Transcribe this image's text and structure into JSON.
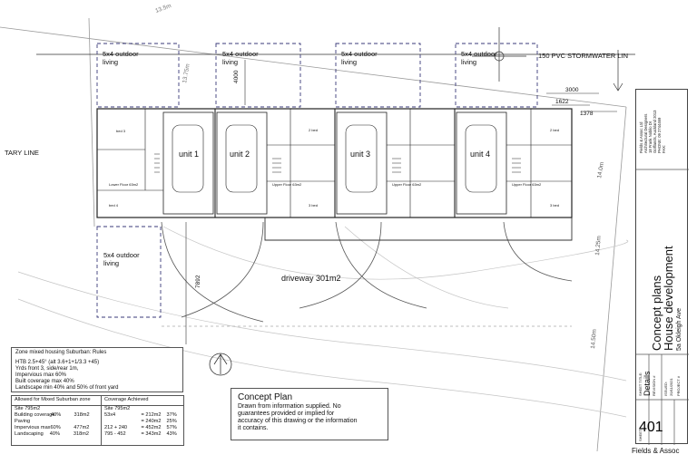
{
  "labels": {
    "outdoor_1": [
      "5x4 outdoor",
      "living"
    ],
    "outdoor_2": [
      "5x4 outdoor",
      "living"
    ],
    "outdoor_3": [
      "5x4 outdoor",
      "living"
    ],
    "outdoor_4": [
      "5x4 outdoor",
      "living"
    ],
    "outdoor_5": [
      "5x4 outdoor",
      "living"
    ],
    "stormwater": "150 PVC  STORMWATER LIN",
    "boundary_line": "TARY LINE",
    "driveway": "driveway 301m2",
    "units": [
      "unit 1",
      "unit 2",
      "unit 3",
      "unit 4"
    ]
  },
  "dimensions": {
    "top_boundary": "13.5m",
    "left_boundary": "13.75m",
    "d4000": "4000",
    "d3000": "3000",
    "d1622": "1622",
    "d1378": "1378",
    "d7892": "7892",
    "right_1": "14.0m",
    "right_2": "14.25m",
    "right_3": "14.50m"
  },
  "zone_rules": {
    "title": "Zone mixed housing Suburban:   Rules",
    "lines": [
      "HTB   2.5+45° (alt 3.6+1+1/3.3 +45)",
      "Yrds front 3, side/rear 1m,",
      "Impervious max 60%",
      "Built coverage max 40%",
      "Landscape min 40%   and 50% of front yard"
    ]
  },
  "allowed": {
    "title": "Allowed for Mixed Suburban zone",
    "rows": [
      [
        "Site   795m2",
        "",
        ""
      ],
      [
        "Building coverage",
        "40%",
        "318m2"
      ],
      [
        "Paving",
        "",
        ""
      ],
      [
        "Impervious max",
        "60%",
        "477m2"
      ],
      [
        "Landscaping",
        "40%",
        "318m2"
      ]
    ]
  },
  "achieved": {
    "title": "Coverage Achieved",
    "rows": [
      [
        "Site   795m2",
        "",
        ""
      ],
      [
        "53x4",
        "= 212m2",
        "37%"
      ],
      [
        "",
        "= 240m2",
        "25%"
      ],
      [
        "212 + 240",
        "= 452m2",
        "57%"
      ],
      [
        "795 - 452",
        "= 343m2",
        "43%"
      ]
    ]
  },
  "concept": {
    "title": "Concept Plan",
    "lines": [
      "Drawn from information supplied. No",
      "guarantees provided or implied for",
      "accuracy of this drawing or the information",
      "it contains."
    ]
  },
  "title_block": {
    "firm_lines": [
      "Fields & Assoc Ltd",
      "Architectural Designers",
      "18 Frank Nobilo Dr",
      "Golflands, Auckland 2013",
      "PHONE: 09 2744469",
      "FAX:"
    ],
    "sheet_title_label": "SHEET TITLE:",
    "sheet_title": "Details",
    "project_line1": "Concept plans",
    "project_line2": "House development",
    "address": "5a Okleigh Ave",
    "revision_label": "REVISION #",
    "issued_label": "ISSUED:",
    "issued_date": "20/11/2021",
    "project_label": "PROJECT #",
    "sheet_label": "SHEET",
    "sheet_number": "401",
    "firm_footer": "Fields & Assoc"
  },
  "room_labels": [
    "bed 3",
    "bed 4",
    "Lower Floor 63m2",
    "2 bed",
    "3 bed",
    "2 bed",
    "3 bed",
    "Upper Floor 63m2",
    "Upper Floor 63m2",
    "Upper Floor 63m2"
  ],
  "colors": {
    "line": "#222222",
    "outdoor_dash": "#3a3a7a",
    "grey": "#888888",
    "faint": "#b5b5b5"
  }
}
